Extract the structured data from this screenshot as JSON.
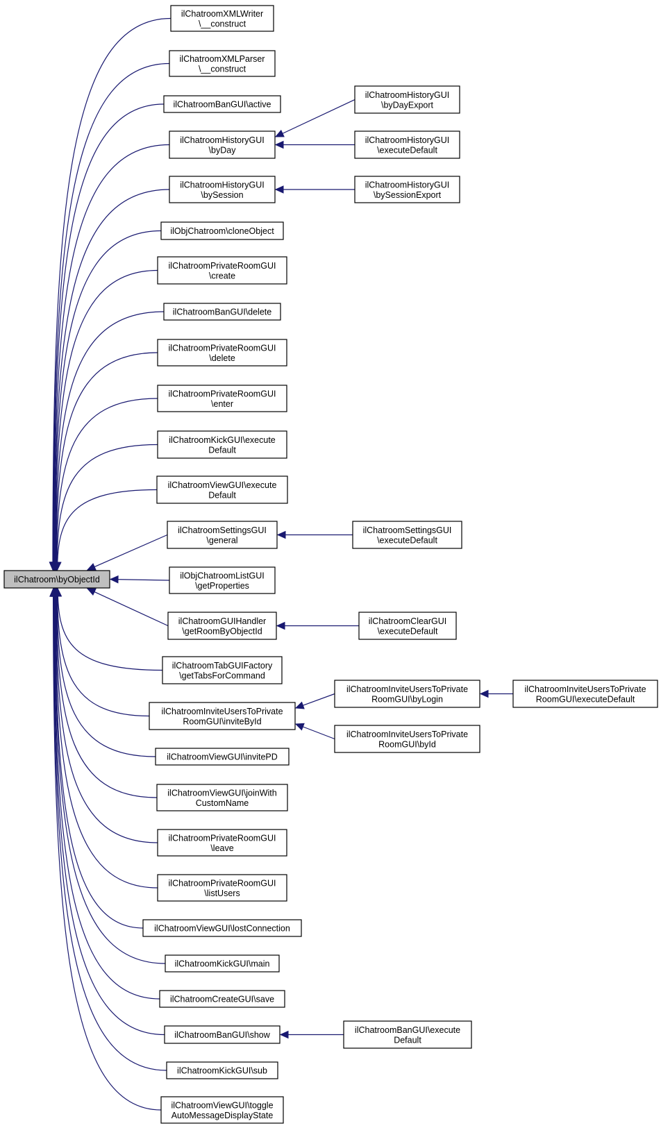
{
  "root": {
    "id": "root",
    "lines": [
      "ilChatroom\\byObjectId"
    ]
  },
  "callers": [
    {
      "id": "xmlwriter",
      "lines": [
        "ilChatroomXMLWriter",
        "\\__construct"
      ]
    },
    {
      "id": "xmlparser",
      "lines": [
        "ilChatroomXMLParser",
        "\\__construct"
      ]
    },
    {
      "id": "ban_active",
      "lines": [
        "ilChatroomBanGUI\\active"
      ]
    },
    {
      "id": "hist_byday",
      "lines": [
        "ilChatroomHistoryGUI",
        "\\byDay"
      ]
    },
    {
      "id": "hist_bysession",
      "lines": [
        "ilChatroomHistoryGUI",
        "\\bySession"
      ]
    },
    {
      "id": "obj_clone",
      "lines": [
        "ilObjChatroom\\cloneObject"
      ]
    },
    {
      "id": "priv_create",
      "lines": [
        "ilChatroomPrivateRoomGUI",
        "\\create"
      ]
    },
    {
      "id": "ban_delete",
      "lines": [
        "ilChatroomBanGUI\\delete"
      ]
    },
    {
      "id": "priv_delete",
      "lines": [
        "ilChatroomPrivateRoomGUI",
        "\\delete"
      ]
    },
    {
      "id": "priv_enter",
      "lines": [
        "ilChatroomPrivateRoomGUI",
        "\\enter"
      ]
    },
    {
      "id": "kick_exec",
      "lines": [
        "ilChatroomKickGUI\\execute",
        "Default"
      ]
    },
    {
      "id": "view_exec",
      "lines": [
        "ilChatroomViewGUI\\execute",
        "Default"
      ]
    },
    {
      "id": "settings_general",
      "lines": [
        "ilChatroomSettingsGUI",
        "\\general"
      ]
    },
    {
      "id": "objlist_props",
      "lines": [
        "ilObjChatroomListGUI",
        "\\getProperties"
      ]
    },
    {
      "id": "guihandler_room",
      "lines": [
        "ilChatroomGUIHandler",
        "\\getRoomByObjectId"
      ]
    },
    {
      "id": "tabfactory",
      "lines": [
        "ilChatroomTabGUIFactory",
        "\\getTabsForCommand"
      ]
    },
    {
      "id": "invite_byid",
      "lines": [
        "ilChatroomInviteUsersToPrivate",
        "RoomGUI\\inviteById"
      ]
    },
    {
      "id": "view_invitepd",
      "lines": [
        "ilChatroomViewGUI\\invitePD"
      ]
    },
    {
      "id": "view_join",
      "lines": [
        "ilChatroomViewGUI\\joinWith",
        "CustomName"
      ]
    },
    {
      "id": "priv_leave",
      "lines": [
        "ilChatroomPrivateRoomGUI",
        "\\leave"
      ]
    },
    {
      "id": "priv_listusers",
      "lines": [
        "ilChatroomPrivateRoomGUI",
        "\\listUsers"
      ]
    },
    {
      "id": "view_lost",
      "lines": [
        "ilChatroomViewGUI\\lostConnection"
      ]
    },
    {
      "id": "kick_main",
      "lines": [
        "ilChatroomKickGUI\\main"
      ]
    },
    {
      "id": "create_save",
      "lines": [
        "ilChatroomCreateGUI\\save"
      ]
    },
    {
      "id": "ban_show",
      "lines": [
        "ilChatroomBanGUI\\show"
      ]
    },
    {
      "id": "kick_sub",
      "lines": [
        "ilChatroomKickGUI\\sub"
      ]
    },
    {
      "id": "view_toggle",
      "lines": [
        "ilChatroomViewGUI\\toggle",
        "AutoMessageDisplayState"
      ]
    }
  ],
  "second_level": [
    {
      "id": "hist_bydayexport",
      "lines": [
        "ilChatroomHistoryGUI",
        "\\byDayExport"
      ],
      "calls": "hist_byday"
    },
    {
      "id": "hist_execdefault",
      "lines": [
        "ilChatroomHistoryGUI",
        "\\executeDefault"
      ],
      "calls": "hist_byday"
    },
    {
      "id": "hist_bysessionexport",
      "lines": [
        "ilChatroomHistoryGUI",
        "\\bySessionExport"
      ],
      "calls": "hist_bysession"
    },
    {
      "id": "settings_exec",
      "lines": [
        "ilChatroomSettingsGUI",
        "\\executeDefault"
      ],
      "calls": "settings_general"
    },
    {
      "id": "clear_exec",
      "lines": [
        "ilChatroomClearGUI",
        "\\executeDefault"
      ],
      "calls": "guihandler_room"
    },
    {
      "id": "invite_bylogin",
      "lines": [
        "ilChatroomInviteUsersToPrivate",
        "RoomGUI\\byLogin"
      ],
      "calls": "invite_byid"
    },
    {
      "id": "invite_by_id",
      "lines": [
        "ilChatroomInviteUsersToPrivate",
        "RoomGUI\\byId"
      ],
      "calls": "invite_byid"
    },
    {
      "id": "ban_exec",
      "lines": [
        "ilChatroomBanGUI\\execute",
        "Default"
      ],
      "calls": "ban_show"
    }
  ],
  "third_level": [
    {
      "id": "invite_execdefault",
      "lines": [
        "ilChatroomInviteUsersToPrivate",
        "RoomGUI\\executeDefault"
      ],
      "calls": "invite_bylogin"
    }
  ]
}
